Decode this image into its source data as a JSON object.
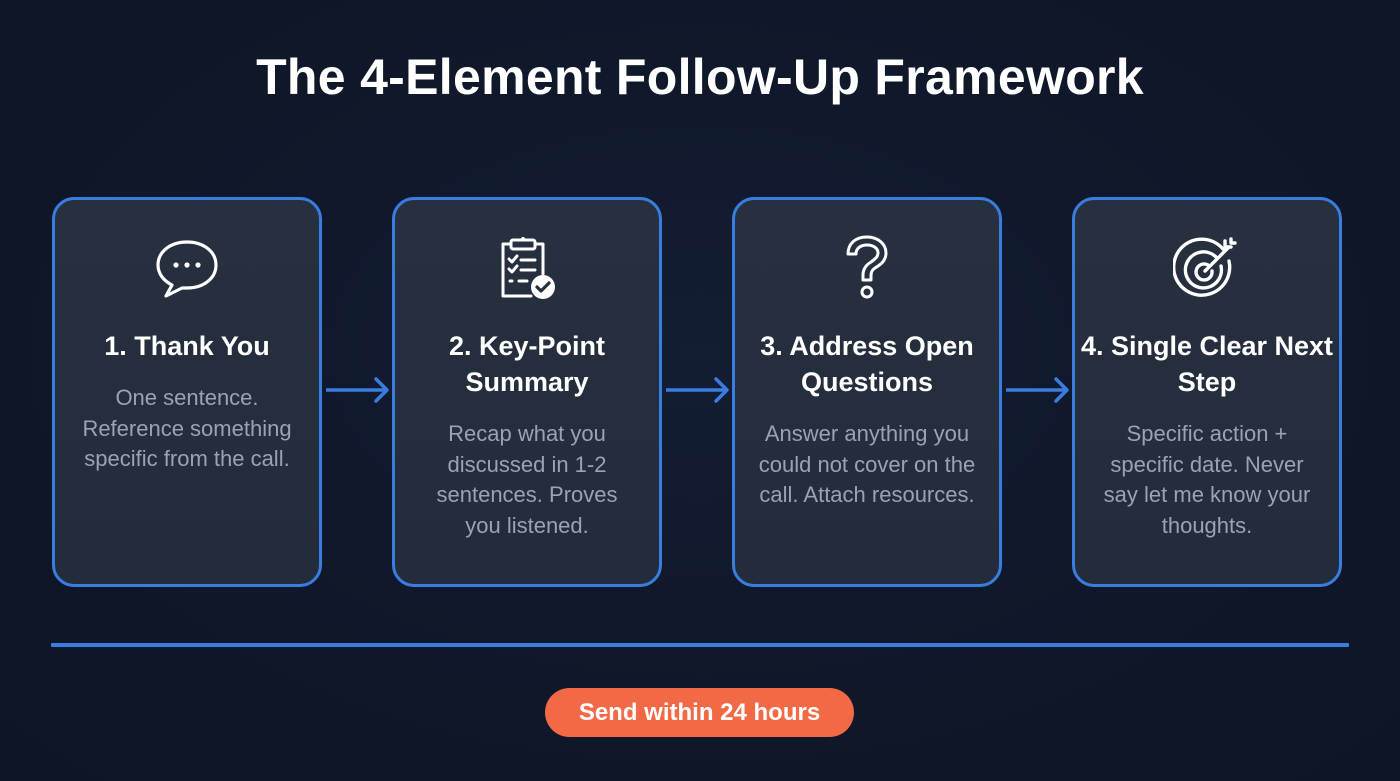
{
  "title": "The 4-Element Follow-Up Framework",
  "colors": {
    "background": "#0f1729",
    "card_bg": "#252e3d",
    "accent_blue": "#3a7de0",
    "badge_orange": "#f26a45",
    "title_text": "#ffffff",
    "desc_text": "#9aa3b2"
  },
  "cards": [
    {
      "icon": "speech-bubble-icon",
      "title": "1. Thank You",
      "description": "One sentence. Reference something specific from the call."
    },
    {
      "icon": "clipboard-check-icon",
      "title": "2. Key-Point Summary",
      "description": "Recap what you discussed in 1-2 sentences. Proves you listened."
    },
    {
      "icon": "question-mark-icon",
      "title": "3. Address Open Questions",
      "description": "Answer anything you could not cover on the call. Attach resources."
    },
    {
      "icon": "target-arrow-icon",
      "title": "4. Single Clear Next Step",
      "description": "Specific action + specific date. Never say let me know your thoughts."
    }
  ],
  "badge": {
    "label": "Send within 24 hours"
  }
}
